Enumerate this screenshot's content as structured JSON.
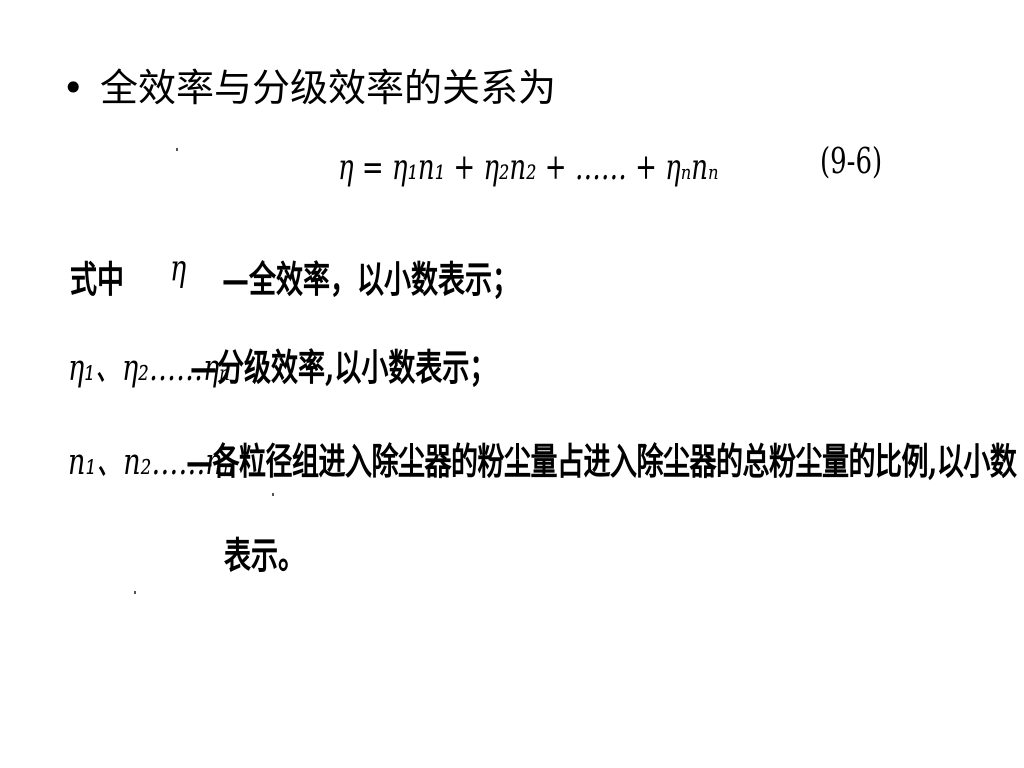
{
  "bullet": {
    "symbol": "•",
    "text": "全效率与分级效率的关系为"
  },
  "equation": {
    "formula": "η = η₁n₁ + η₂n₂ + …… + ηₙnₙ",
    "number": "(9-6)"
  },
  "definitions": {
    "intro": "式中",
    "items": [
      {
        "symbol": "η",
        "description": "—全效率，以小数表示；"
      },
      {
        "symbol": "η₁、η₂……ηₙ",
        "description": "—分级效率,以小数表示；"
      },
      {
        "symbol": "n₁、n₂……nₙ",
        "description": "—各粒径组进入除尘器的粉尘量占进入除尘器的总粉尘量的比例,以小数",
        "continuation": "表示。"
      }
    ]
  }
}
